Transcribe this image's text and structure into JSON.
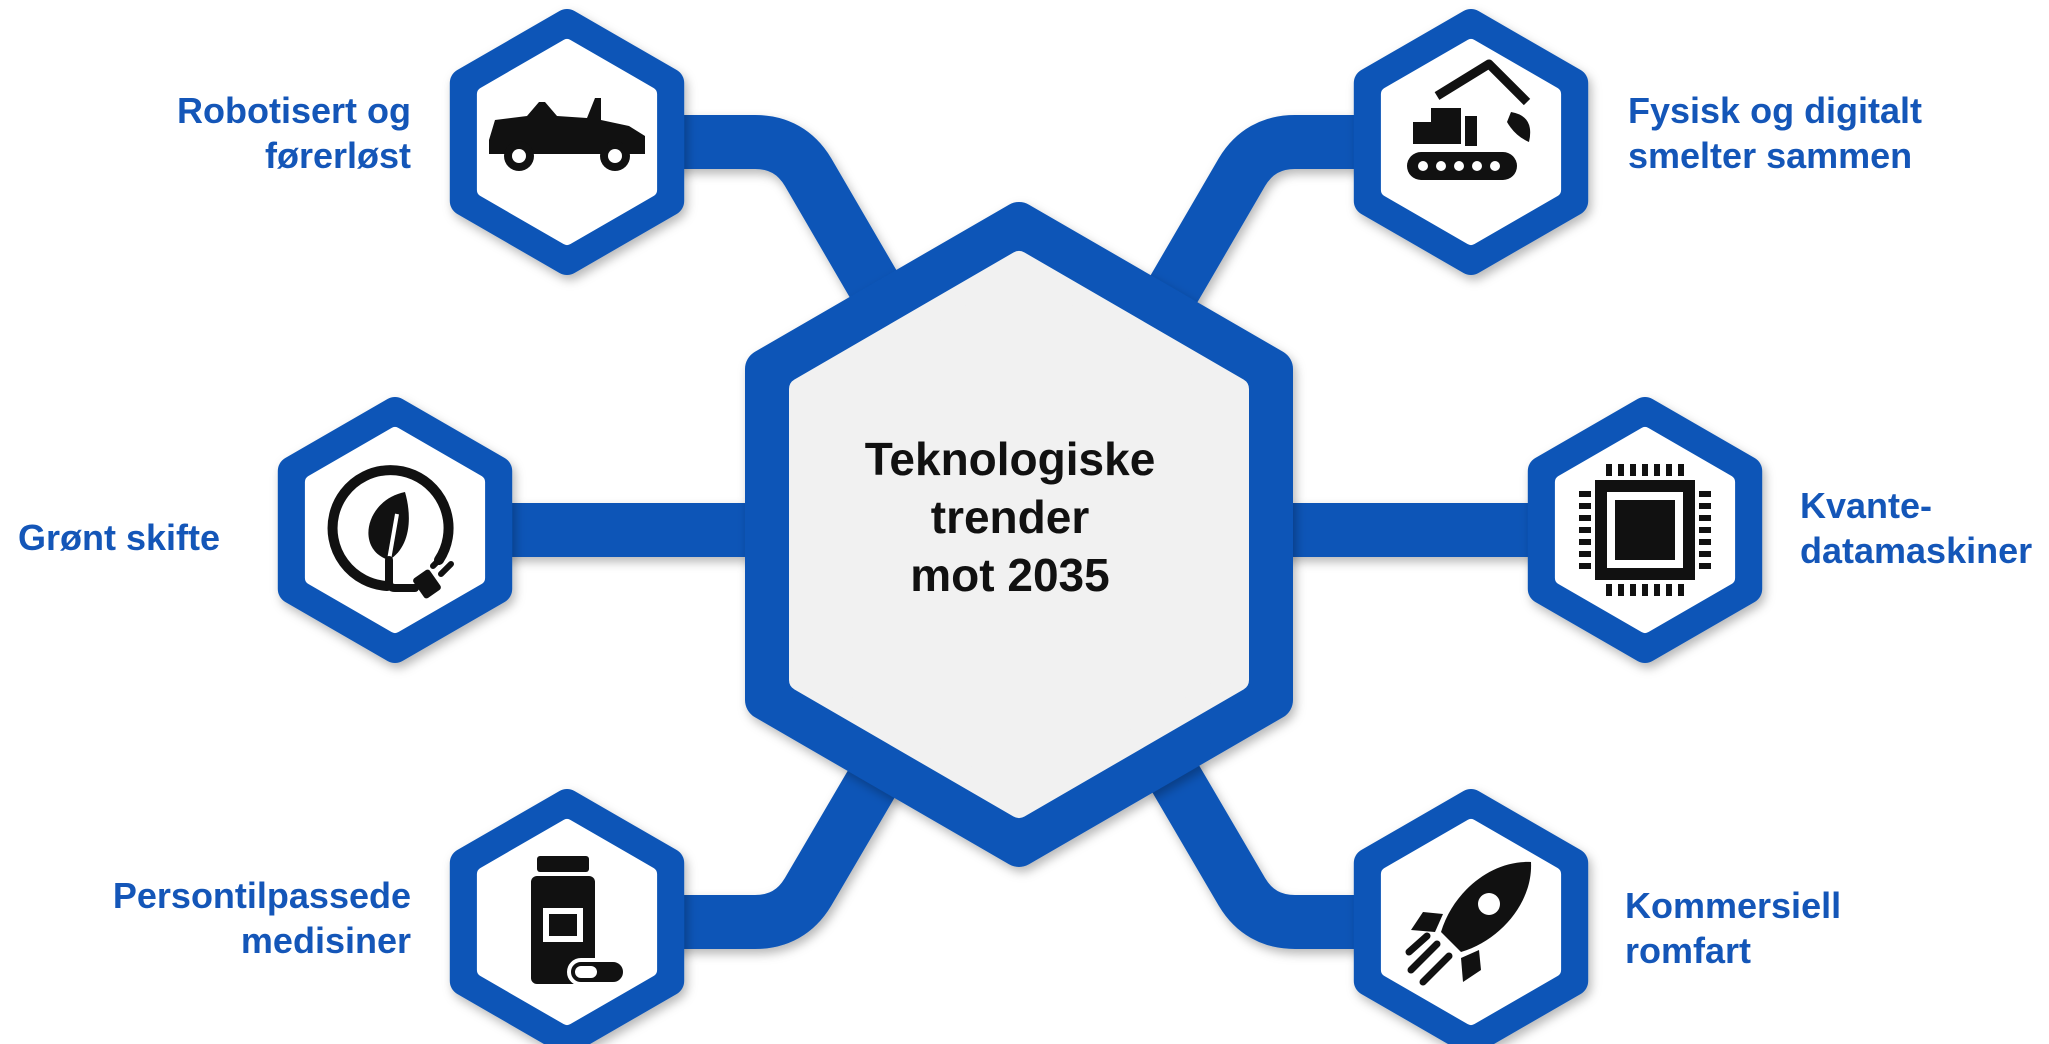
{
  "center": {
    "title_lines": [
      "Teknologiske",
      "trender",
      "mot 2035"
    ]
  },
  "nodes": [
    {
      "id": "robotic",
      "label_lines": [
        "Robotisert og",
        "førerløst"
      ],
      "icon": "convertible-car-icon"
    },
    {
      "id": "green",
      "label_lines": [
        "Grønt skifte"
      ],
      "icon": "leaf-plug-icon"
    },
    {
      "id": "medicine",
      "label_lines": [
        "Persontilpassede",
        "medisiner"
      ],
      "icon": "medicine-bottle-pill-icon"
    },
    {
      "id": "physical",
      "label_lines": [
        "Fysisk og digitalt",
        "smelter sammen"
      ],
      "icon": "excavator-icon"
    },
    {
      "id": "quantum",
      "label_lines": [
        "Kvante-",
        "datamaskiner"
      ],
      "icon": "cpu-chip-icon"
    },
    {
      "id": "space",
      "label_lines": [
        "Kommersiell",
        "romfart"
      ],
      "icon": "rocket-icon"
    }
  ],
  "colors": {
    "primary": "#0a55b7",
    "label": "#1456b8",
    "center_fill": "#f1f1f1",
    "node_fill": "#ffffff",
    "icon": "#111111"
  }
}
